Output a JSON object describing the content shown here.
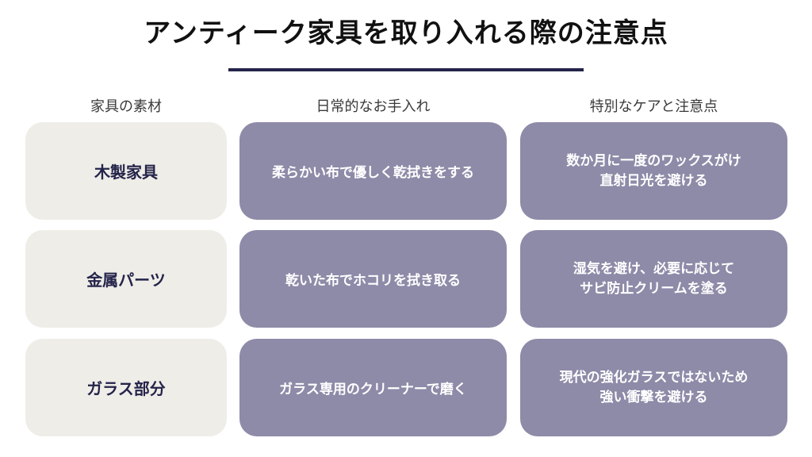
{
  "title": "アンティーク家具を取り入れる際の注意点",
  "headers": {
    "material": "家具の素材",
    "care": "日常的なお手入れ",
    "notes": "特別なケアと注意点"
  },
  "rows": [
    {
      "material": "木製家具",
      "care": "柔らかい布で優しく乾拭きをする",
      "note_lines": [
        "数か月に一度のワックスがけ",
        "直射日光を避ける"
      ]
    },
    {
      "material": "金属パーツ",
      "care": "乾いた布でホコリを拭き取る",
      "note_lines": [
        "湿気を避け、必要に応じて",
        "サビ防止クリームを塗る"
      ]
    },
    {
      "material": "ガラス部分",
      "care": "ガラス専用のクリーナーで磨く",
      "note_lines": [
        "現代の強化ガラスではないため",
        "強い衝撃を避ける"
      ]
    }
  ],
  "colors": {
    "title_rule": "#24244a",
    "material_card_bg": "#efede8",
    "material_text": "#24244a",
    "care_card_bg": "#8d8ba8",
    "care_text": "#ffffff"
  }
}
